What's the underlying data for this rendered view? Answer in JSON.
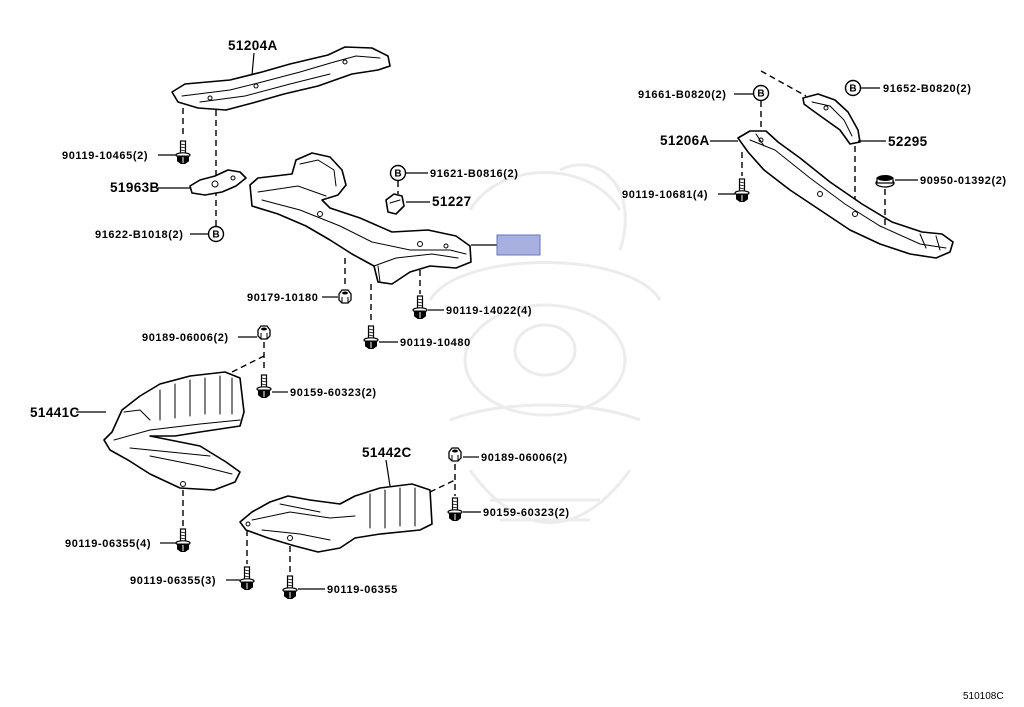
{
  "parts": {
    "left_frame": "51204A",
    "left_frame_bolt": "90119-10465(2)",
    "left_bracket": "51963B",
    "left_bracket_bolt": "91622-B1018(2)",
    "stopper_bolt": "91621-B0816(2)",
    "stopper": "51227",
    "center_nut": "90179-10180",
    "center_bolt_right": "90119-14022(4)",
    "center_bolt_lower": "90119-10480",
    "left_cover_nut": "90189-06006(2)",
    "left_cover_screw": "90159-60323(2)",
    "left_cover": "51441C",
    "left_cover_bolt": "90119-06355(4)",
    "right_cover": "51442C",
    "right_cover_nut": "90189-06006(2)",
    "right_cover_screw": "90159-60323(2)",
    "right_cover_bolt_a": "90119-06355(3)",
    "right_cover_bolt_b": "90119-06355",
    "rear_member_bolt_left": "91661-B0820(2)",
    "rear_bracket_bolt": "91652-B0820(2)",
    "rear_member": "51206A",
    "rear_bracket": "52295",
    "rear_member_bolt": "90119-10681(4)",
    "rear_grommet": "90950-01392(2)"
  },
  "markers": {
    "b": "B"
  },
  "figure_id": "510108C",
  "colors": {
    "line": "#000000",
    "hotspot_fill": "#a7b0de",
    "hotspot_stroke": "#6a74b8",
    "watermark": "#ececec"
  }
}
